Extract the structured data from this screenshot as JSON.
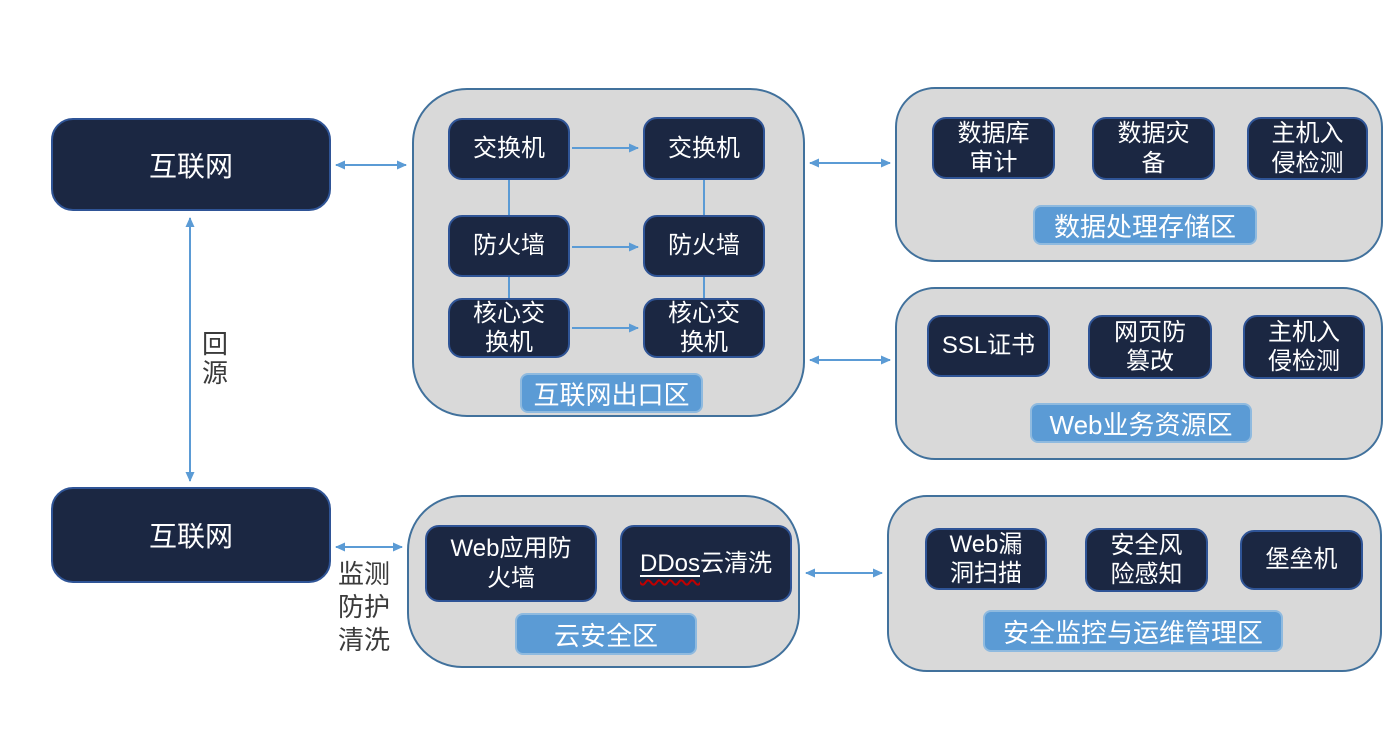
{
  "colors": {
    "node_fill": "#1B2742",
    "node_border": "#2F5496",
    "node_text": "#FFFFFF",
    "zone_fill": "#D9D9D9",
    "zone_border": "#41719C",
    "label_fill": "#5B9BD5",
    "arrow": "#5B9BD5",
    "annotation_text": "#3B3B3B",
    "spellcheck_squiggle": "#C00000"
  },
  "internet": {
    "top": "互联网",
    "bottom": "互联网"
  },
  "annotations": {
    "back_to_source": [
      "回",
      "源"
    ],
    "monitor": [
      "监测",
      "防护",
      "清洗"
    ]
  },
  "zones": {
    "exit": {
      "label": "互联网出口区",
      "nodes": {
        "switch_left": [
          "交换机"
        ],
        "switch_right": [
          "交换机"
        ],
        "firewall_left": [
          "防火墙"
        ],
        "firewall_right": [
          "防火墙"
        ],
        "core_switch_left": [
          "核心交",
          "换机"
        ],
        "core_switch_right": [
          "核心交",
          "换机"
        ]
      }
    },
    "data": {
      "label": "数据处理存储区",
      "nodes": {
        "db_audit": [
          "数据库",
          "审计"
        ],
        "data_backup": [
          "数据灾",
          "备"
        ],
        "host_ids": [
          "主机入",
          "侵检测"
        ]
      }
    },
    "web": {
      "label": "Web业务资源区",
      "nodes": {
        "ssl_cert": [
          "SSL证书"
        ],
        "anti_tamper": [
          "网页防",
          "篡改"
        ],
        "host_ids": [
          "主机入",
          "侵检测"
        ]
      }
    },
    "cloud": {
      "label": "云安全区",
      "nodes": {
        "waf": [
          "Web应用防",
          "火墙"
        ],
        "ddos_prefix": "DDos",
        "ddos_suffix": "云清洗"
      }
    },
    "ops": {
      "label": "安全监控与运维管理区",
      "nodes": {
        "vuln_scan": [
          "Web漏",
          "洞扫描"
        ],
        "risk_sense": [
          "安全风",
          "险感知"
        ],
        "bastion": [
          "堡垒机"
        ]
      }
    }
  }
}
